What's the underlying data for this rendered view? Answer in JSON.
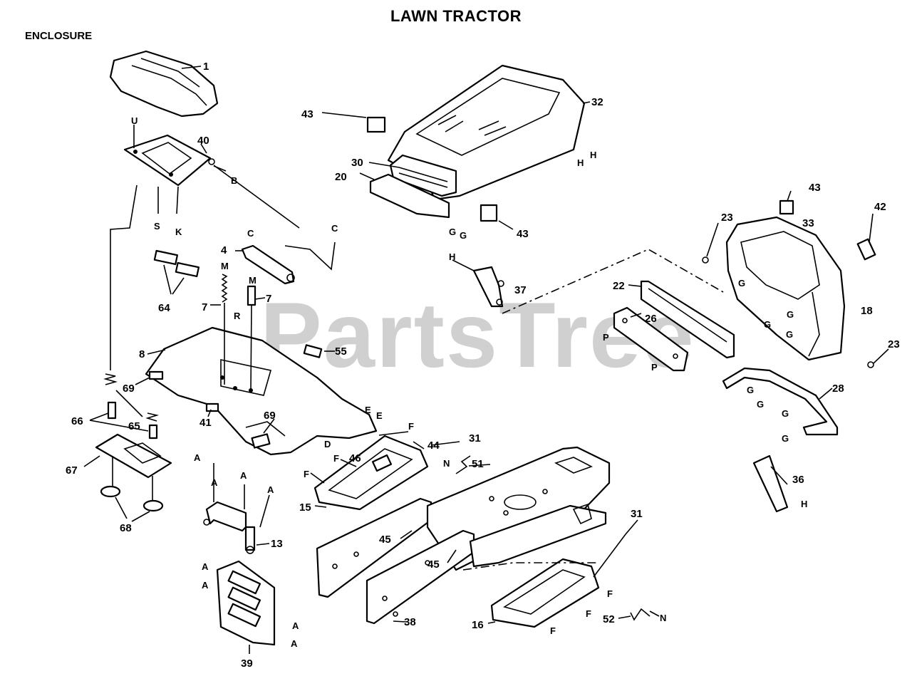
{
  "header": {
    "title": "LAWN TRACTOR",
    "section": "ENCLOSURE"
  },
  "watermark": "PartsTree",
  "callouts": {
    "c1": "1",
    "c4": "4",
    "c7a": "7",
    "c7b": "7",
    "c8": "8",
    "c13": "13",
    "c15": "15",
    "c16": "16",
    "c18": "18",
    "c20": "20",
    "c22": "22",
    "c23a": "23",
    "c23b": "23",
    "c26": "26",
    "c28": "28",
    "c30": "30",
    "c31a": "31",
    "c31b": "31",
    "c32": "32",
    "c33": "33",
    "c36": "36",
    "c37": "37",
    "c38": "38",
    "c39": "39",
    "c40": "40",
    "c41": "41",
    "c42": "42",
    "c43a": "43",
    "c43b": "43",
    "c43c": "43",
    "c44": "44",
    "c45a": "45",
    "c45b": "45",
    "c46": "46",
    "c51": "51",
    "c52": "52",
    "c55": "55",
    "c64": "64",
    "c65": "65",
    "c66": "66",
    "c67": "67",
    "c68": "68",
    "c69a": "69",
    "c69b": "69"
  },
  "refs": {
    "U": "U",
    "B": "B",
    "S": "S",
    "K": "K",
    "C1": "C",
    "C2": "C",
    "M1": "M",
    "M2": "M",
    "R": "R",
    "H1": "H",
    "H2": "H",
    "H3": "H",
    "H4": "H",
    "G1": "G",
    "G2": "G",
    "G3": "G",
    "G4": "G",
    "G5": "G",
    "G6": "G",
    "G7": "G",
    "G8": "G",
    "G9": "G",
    "G10": "G",
    "P1": "P",
    "P2": "P",
    "E1": "E",
    "E2": "E",
    "D": "D",
    "F1": "F",
    "F2": "F",
    "F3": "F",
    "F4": "F",
    "F5": "F",
    "F6": "F",
    "N1": "N",
    "N2": "N",
    "A1": "A",
    "A2": "A",
    "A3": "A",
    "A4": "A",
    "A5": "A",
    "A6": "A",
    "A7": "A",
    "A8": "A"
  }
}
